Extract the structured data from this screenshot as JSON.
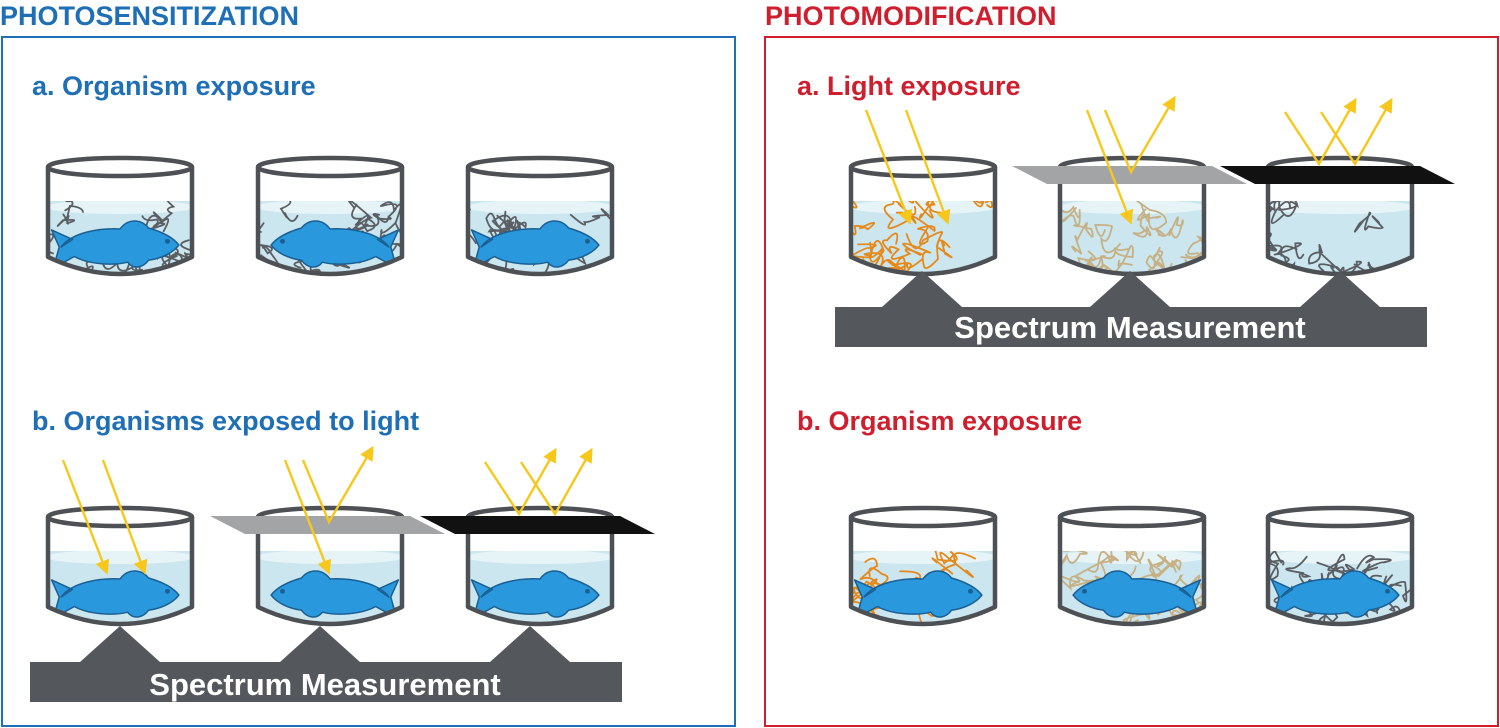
{
  "colors": {
    "left_accent": "#1f6fb6",
    "right_accent": "#cf1f2e",
    "jar_outline": "#4d5054",
    "water": "#cbe6ef",
    "water_surface": "#e6f4f8",
    "fish": "#2a98dc",
    "fish_outline": "#1b5f93",
    "compound_dark": "#5b5e63",
    "compound_orange": "#e58a1a",
    "compound_tan": "#c7b184",
    "light_ray": "#f7c81b",
    "filter_grey": "#a3a4a6",
    "filter_black": "#111111",
    "platform": "#54575b"
  },
  "panels": {
    "left": {
      "title": "PHOTOSENSITIZATION",
      "step_a": "a. Organism exposure",
      "step_b": "b. Organisms exposed to light",
      "platform_label": "Spectrum Measurement"
    },
    "right": {
      "title": "PHOTOMODIFICATION",
      "step_a": "a. Light exposure",
      "step_b": "b. Organism exposure",
      "platform_label": "Spectrum Measurement"
    }
  },
  "icons": [
    "beaker-icon",
    "fish-icon",
    "light-ray-icon",
    "filter-cover-icon",
    "spectrometer-platform-icon",
    "dissolved-compound-icon"
  ]
}
